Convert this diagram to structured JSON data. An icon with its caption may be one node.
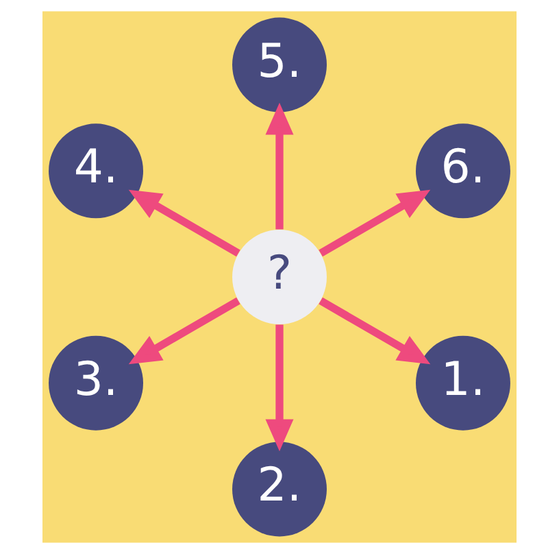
{
  "diagram": {
    "nodes": [
      {
        "text": [
          "?"
        ]
      },
      {
        "text": [
          "1."
        ]
      },
      {
        "text": [
          "2."
        ]
      },
      {
        "text": [
          "3."
        ]
      },
      {
        "text": [
          "4."
        ]
      },
      {
        "text": [
          "5."
        ]
      },
      {
        "text": [
          "6."
        ]
      }
    ],
    "edges": [
      {
        "from": 0,
        "to": 1,
        "arrow": "to"
      },
      {
        "from": 0,
        "to": 2,
        "arrow": "to"
      },
      {
        "from": 0,
        "to": 3,
        "arrow": "to"
      },
      {
        "from": 0,
        "to": 4,
        "arrow": "to"
      },
      {
        "from": 0,
        "to": 5,
        "arrow": "to"
      },
      {
        "from": 0,
        "to": 6,
        "arrow": "to"
      }
    ]
  }
}
